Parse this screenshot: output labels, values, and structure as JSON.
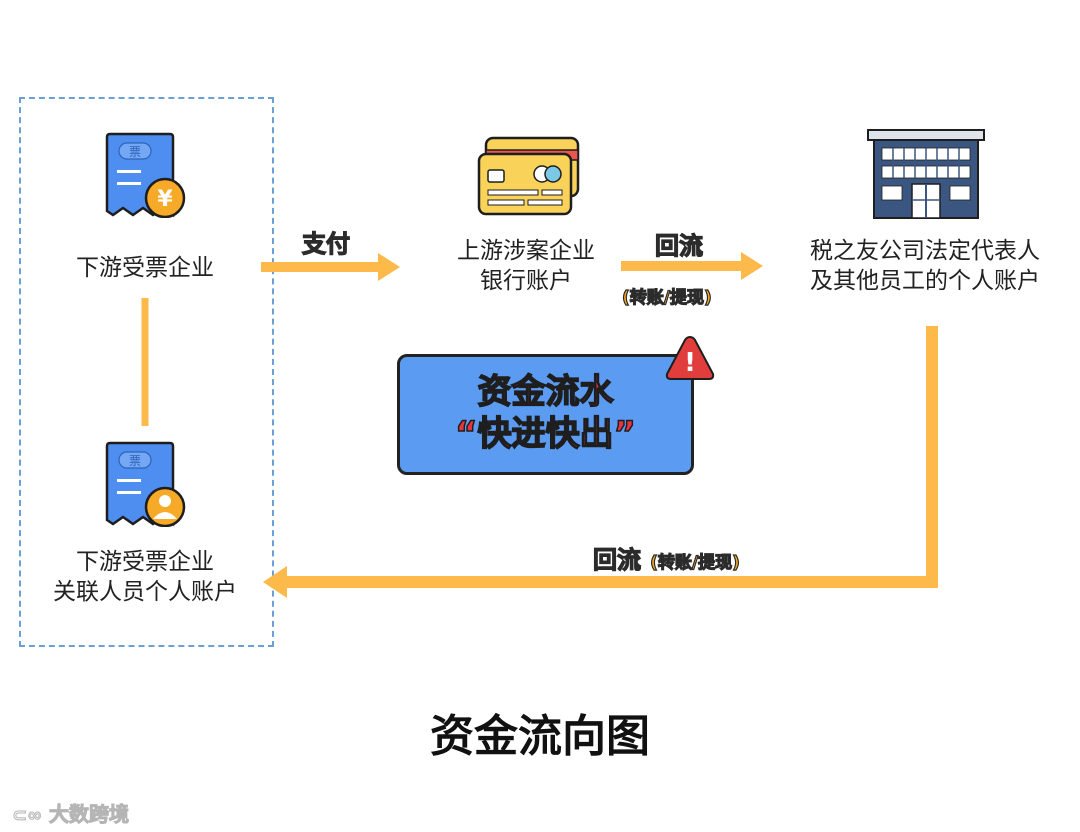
{
  "nodes": {
    "downstream_company": "下游受票企业",
    "upstream_bank": [
      "上游涉案企业",
      "银行账户"
    ],
    "tax_friend": [
      "税之友公司法定代表人",
      "及其他员工的个人账户"
    ],
    "related_personal": [
      "下游受票企业",
      "关联人员个人账户"
    ]
  },
  "edges": {
    "pay": "支付",
    "return_1": "回流",
    "return_1_note": "(转账/提现)",
    "return_2": "回流",
    "return_2_note": "(转账/提现)"
  },
  "icons": {
    "invoice_char": "票",
    "yuan_char": "¥",
    "alert_char": "!"
  },
  "alert": {
    "line1": "资金流水",
    "line2": "“快进快出”"
  },
  "title": "资金流向图",
  "watermark": "大数跨境",
  "colors": {
    "arrow": "#fdb94a",
    "group_border": "#6aa0d8",
    "alert_fill": "#5b9cf2",
    "alert_text": "#e8343a",
    "invoice_blue": "#4d8ef0",
    "badge_orange": "#f7a928",
    "building_navy": "#3b5680",
    "card_yellow": "#f9d25a",
    "warning_red": "#e23d3d"
  }
}
